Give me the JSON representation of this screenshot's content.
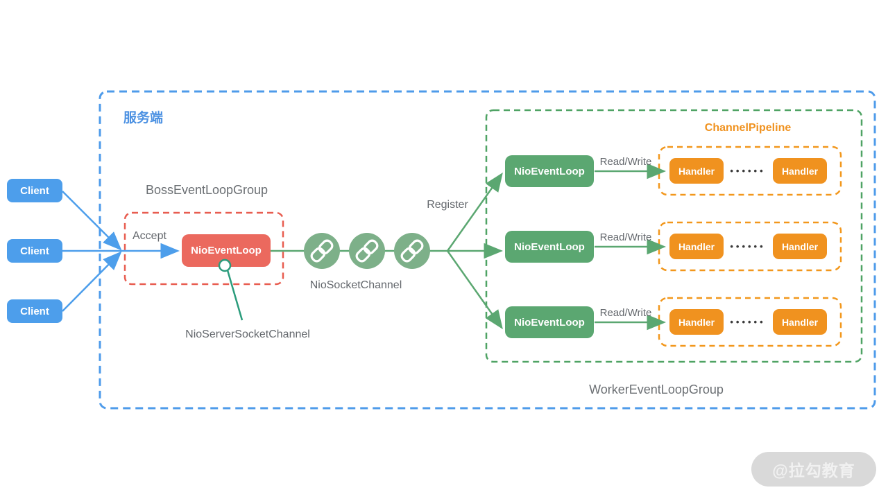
{
  "server_box": {
    "label": "服务端"
  },
  "clients": [
    {
      "label": "Client"
    },
    {
      "label": "Client"
    },
    {
      "label": "Client"
    }
  ],
  "boss_group": {
    "title": "BossEventLoopGroup",
    "accept_label": "Accept",
    "event_loop_label": "NioEventLoop",
    "server_socket_channel_label": "NioServerSocketChannel"
  },
  "socket_channel_label": "NioSocketChannel",
  "register_label": "Register",
  "worker_group": {
    "title": "WorkerEventLoopGroup",
    "channel_pipeline_label": "ChannelPipeline",
    "rows": [
      {
        "event_loop": "NioEventLoop",
        "read_write": "Read/Write",
        "handler_left": "Handler",
        "dots": "••••••",
        "handler_right": "Handler"
      },
      {
        "event_loop": "NioEventLoop",
        "read_write": "Read/Write",
        "handler_left": "Handler",
        "dots": "••••••",
        "handler_right": "Handler"
      },
      {
        "event_loop": "NioEventLoop",
        "read_write": "Read/Write",
        "handler_left": "Handler",
        "dots": "••••••",
        "handler_right": "Handler"
      }
    ]
  },
  "watermark": {
    "label": "@拉勾教育"
  },
  "colors": {
    "client_blue": "#4d9eeb",
    "server_border_blue": "#4e9bea",
    "boss_red": "#eb695e",
    "boss_border_red": "#e85d50",
    "event_loop_green": "#5ba771",
    "channel_circle_green": "#7db089",
    "worker_border_green": "#4fa364",
    "handler_orange": "#f0921f",
    "pipeline_border_orange": "#f2971c",
    "pointer_teal": "#2b9c7c",
    "label_gray": "#6b6f73"
  }
}
